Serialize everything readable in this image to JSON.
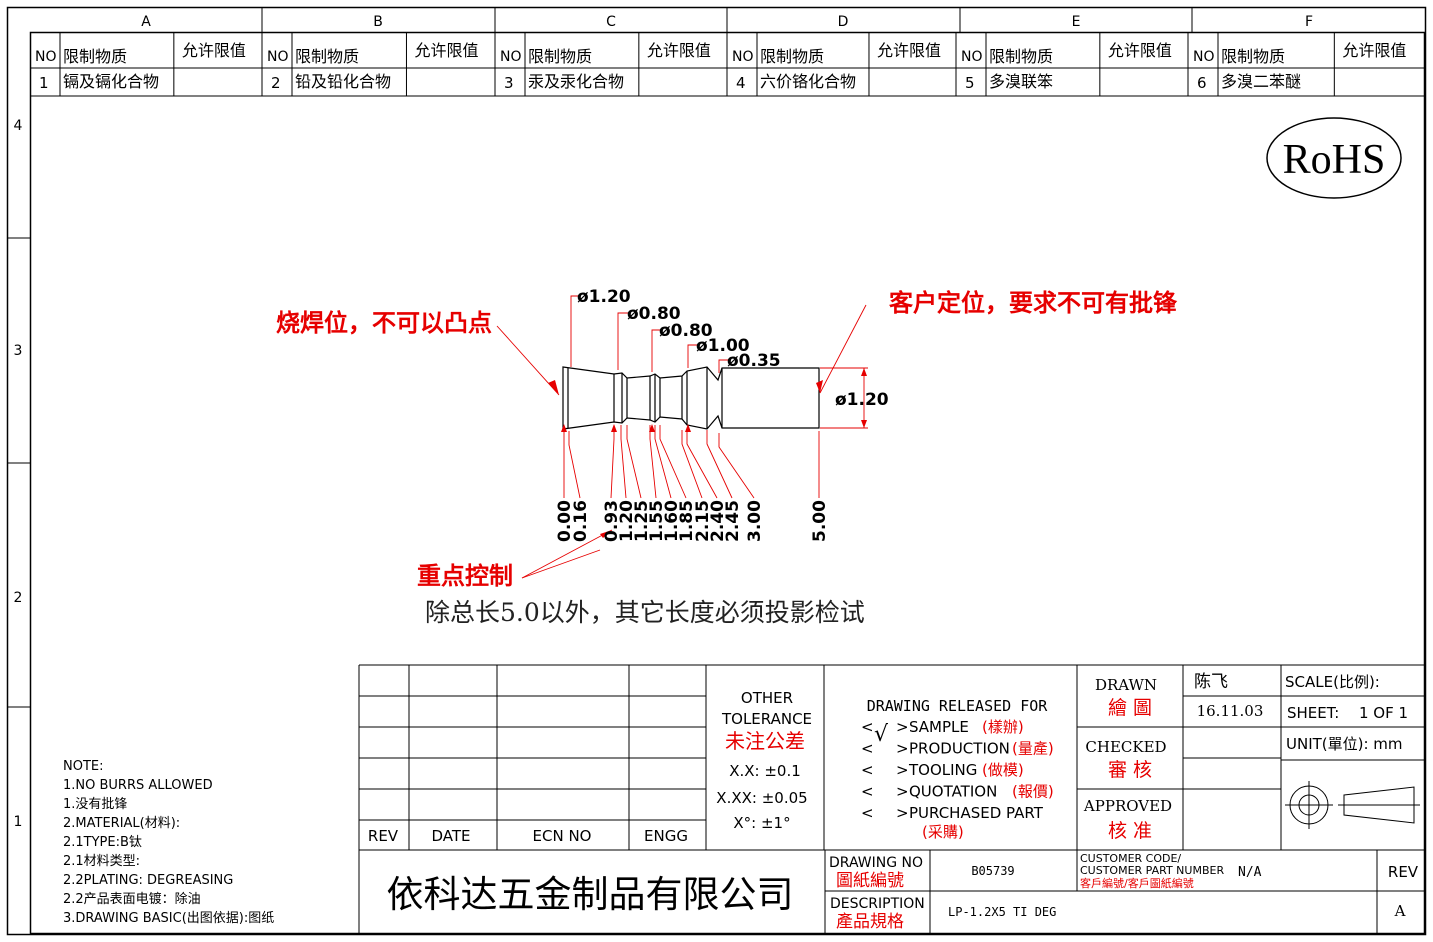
{
  "grid": {
    "columns": [
      "A",
      "B",
      "C",
      "D",
      "E",
      "F"
    ],
    "rows": [
      "4",
      "3",
      "2",
      "1"
    ]
  },
  "substances": {
    "header": {
      "no": "NO",
      "substance": "限制物质",
      "limit": "允许限值"
    },
    "items": [
      {
        "no": "1",
        "name": "镉及镉化合物",
        "limit": ""
      },
      {
        "no": "2",
        "name": "铅及铅化合物",
        "limit": ""
      },
      {
        "no": "3",
        "name": "汞及汞化合物",
        "limit": ""
      },
      {
        "no": "4",
        "name": "六价铬化合物",
        "limit": ""
      },
      {
        "no": "5",
        "name": "多溴联笨",
        "limit": ""
      },
      {
        "no": "6",
        "name": "多溴二苯醚",
        "limit": ""
      }
    ]
  },
  "rohs": "RoHS",
  "part": {
    "diameters": [
      "ø1.20",
      "ø0.80",
      "ø0.80",
      "ø1.00",
      "ø0.35"
    ],
    "right_diameter": "ø1.20",
    "positions": [
      "0.00",
      "0.16",
      "0.93",
      "1.20",
      "1.25",
      "1.55",
      "1.60",
      "1.85",
      "2.15",
      "2.40",
      "2.45",
      "3.00",
      "5.00"
    ]
  },
  "annotations": {
    "weld": "烧焊位，不可以凸点",
    "locate": "客户定位，要求不可有批锋",
    "key": "重点控制",
    "projection": "除总长5.0以外，其它长度必须投影检试"
  },
  "notes": [
    "NOTE:",
    "1.NO BURRS ALLOWED",
    "1.没有批锋",
    "2.MATERIAL(材料):",
    "2.1TYPE:B钛",
    "2.1材料类型:",
    "2.2PLATING: DEGREASING",
    "2.2产品表面电镀：除油",
    "3.DRAWING BASIC(出图依据):图纸"
  ],
  "revision_table": {
    "rev": "REV",
    "date": "DATE",
    "ecn": "ECN NO",
    "engg": "ENGG"
  },
  "tolerance": {
    "title1": "OTHER",
    "title2": "TOLERANCE",
    "title_cn": "未注公差",
    "xx": "X.X: ±0.1",
    "xxx": "X.XX: ±0.05",
    "angle": "X°: ±1°"
  },
  "release": {
    "title": "DRAWING RELEASED FOR",
    "check": "√",
    "items": [
      {
        "en": "SAMPLE",
        "cn": "(樣辦)"
      },
      {
        "en": "PRODUCTION",
        "cn": "(量產)"
      },
      {
        "en": "TOOLING",
        "cn": "(做模)"
      },
      {
        "en": "QUOTATION",
        "cn": "(報價)"
      },
      {
        "en": "PURCHASED PART",
        "cn": "(采購)"
      }
    ]
  },
  "signoff": {
    "drawn": "DRAWN",
    "drawn_cn": "繪 圖",
    "drawn_by": "陈飞",
    "date": "16.11.03",
    "checked": "CHECKED",
    "checked_cn": "審 核",
    "approved": "APPROVED",
    "approved_cn": "核 准"
  },
  "sheet": {
    "scale": "SCALE(比例):",
    "sheet_label": "SHEET:",
    "sheet_value": "1 OF 1",
    "unit": "UNIT(單位): mm"
  },
  "company": "依科达五金制品有限公司",
  "drawing": {
    "no_label": "DRAWING NO",
    "no_label_cn": "圖紙編號",
    "no": "B05739",
    "desc_label": "DESCRIPTION",
    "desc_label_cn": "產品規格",
    "desc": "LP-1.2X5 TI DEG",
    "cust_label1": "CUSTOMER CODE/",
    "cust_label2": "CUSTOMER PART NUMBER",
    "cust_label_cn": "客戶編號/客戶圖紙編號",
    "cust_value": "N/A",
    "rev_label": "REV",
    "rev_value": "A"
  },
  "colors": {
    "red": "#e60000",
    "line": "#000000"
  }
}
